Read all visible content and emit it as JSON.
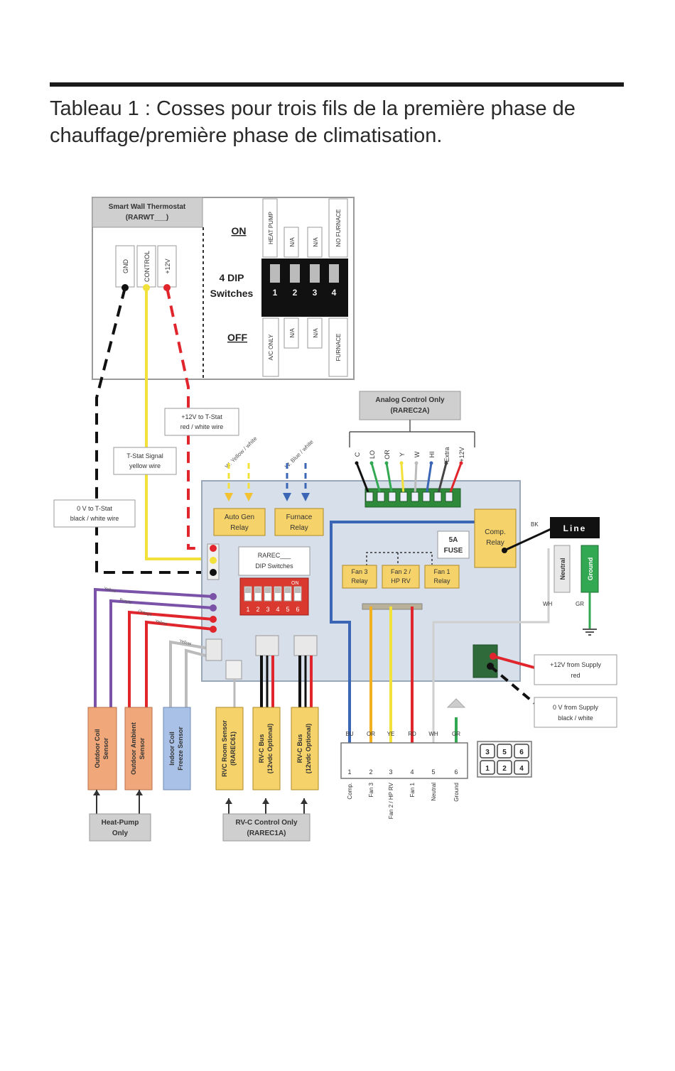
{
  "caption": "Tableau 1 : Cosses pour trois fils de la première phase de chauffage/première phase de climatisation.",
  "colors": {
    "yellow_box": "#f6d36a",
    "orange_box": "#f0a779",
    "blue_box": "#a9c1e6",
    "board": "#d6dfea",
    "wire_yellow": "#f2e13a",
    "wire_red": "#e0262c",
    "wire_blue": "#3b66b5",
    "wire_green": "#33a853",
    "wire_purple": "#7a52a8",
    "wire_black": "#111111"
  },
  "thermostat": {
    "title": "Smart Wall Thermostat",
    "model": "(RARWT___)",
    "terminals": [
      "GND",
      "CONTROL",
      "+12V"
    ],
    "on": "ON",
    "off": "OFF",
    "dip_title_1": "4 DIP",
    "dip_title_2": "Switches",
    "dip_numbers": [
      "1",
      "2",
      "3",
      "4"
    ],
    "on_labels": [
      "HEAT PUMP",
      "N/A",
      "N/A",
      "NO FURNACE"
    ],
    "off_labels": [
      "A/C ONLY",
      "N/A",
      "N/A",
      "FURNACE"
    ]
  },
  "wire_notes": {
    "v12": [
      "+12V to T-Stat",
      "red / white wire"
    ],
    "signal": [
      "T-Stat Signal",
      "yellow wire"
    ],
    "ground": [
      "0 V to T-Stat",
      "black / white wire"
    ],
    "yellow_white": "W. Yellow / white",
    "blue_white": "W. Blue / white"
  },
  "analog": {
    "title": "Analog Control Only",
    "model": "(RAREC2A)",
    "terminals": [
      "C",
      "LO",
      "OR",
      "Y",
      "W",
      "HI",
      "Extra",
      "+12V"
    ]
  },
  "relays": {
    "aux_gen": [
      "Auto Gen",
      "Relay"
    ],
    "furnace": [
      "Furnace",
      "Relay"
    ],
    "fan3": [
      "Fan 3",
      "Relay"
    ],
    "fan2": [
      "Fan 2 /",
      "HP RV"
    ],
    "fan1": [
      "Fan 1",
      "Relay"
    ],
    "comp": [
      "Comp.",
      "Relay"
    ],
    "fuse": [
      "5A",
      "FUSE"
    ]
  },
  "dip_board": {
    "title": "RAREC___",
    "subtitle": "DIP Switches",
    "on": "ON",
    "numbers": [
      "1",
      "2",
      "3",
      "4",
      "5",
      "6"
    ]
  },
  "line": {
    "line": "Line",
    "neutral": "Neutral",
    "ground": "Ground",
    "bk": "BK",
    "wh": "WH",
    "gr": "GR"
  },
  "supply": {
    "v12": [
      "+12V from Supply",
      "red"
    ],
    "v0": [
      "0 V from Supply",
      "black / white"
    ]
  },
  "output": {
    "colors": [
      "BU",
      "OR",
      "YE",
      "RD",
      "WH",
      "GR"
    ],
    "numbers": [
      "1",
      "2",
      "3",
      "4",
      "5",
      "6"
    ],
    "names": [
      "Comp.",
      "Fan 3",
      "Fan 2 / HP RV",
      "Fan 1",
      "Neutral",
      "Ground"
    ],
    "plug": [
      "3",
      "5",
      "6",
      "1",
      "2",
      "4"
    ]
  },
  "sensor_leads": [
    "Yellow",
    "Purple",
    "Orange",
    "Yellow",
    "Yellow"
  ],
  "sensors": [
    [
      "Outdoor Coil",
      "Sensor"
    ],
    [
      "Outdoor Ambient",
      "Sensor"
    ],
    [
      "Indoor Coil",
      "Freeze Sensor"
    ],
    [
      "RVC Room Sensor",
      "(RAREC61)"
    ],
    [
      "RV-C Bus",
      "(12vdc Optional)"
    ],
    [
      "RV-C Bus",
      "(12vdc Optional)"
    ]
  ],
  "bottom": {
    "heat_pump": [
      "Heat-Pump",
      "Only"
    ],
    "rvc": [
      "RV-C Control Only",
      "(RAREC1A)"
    ]
  }
}
